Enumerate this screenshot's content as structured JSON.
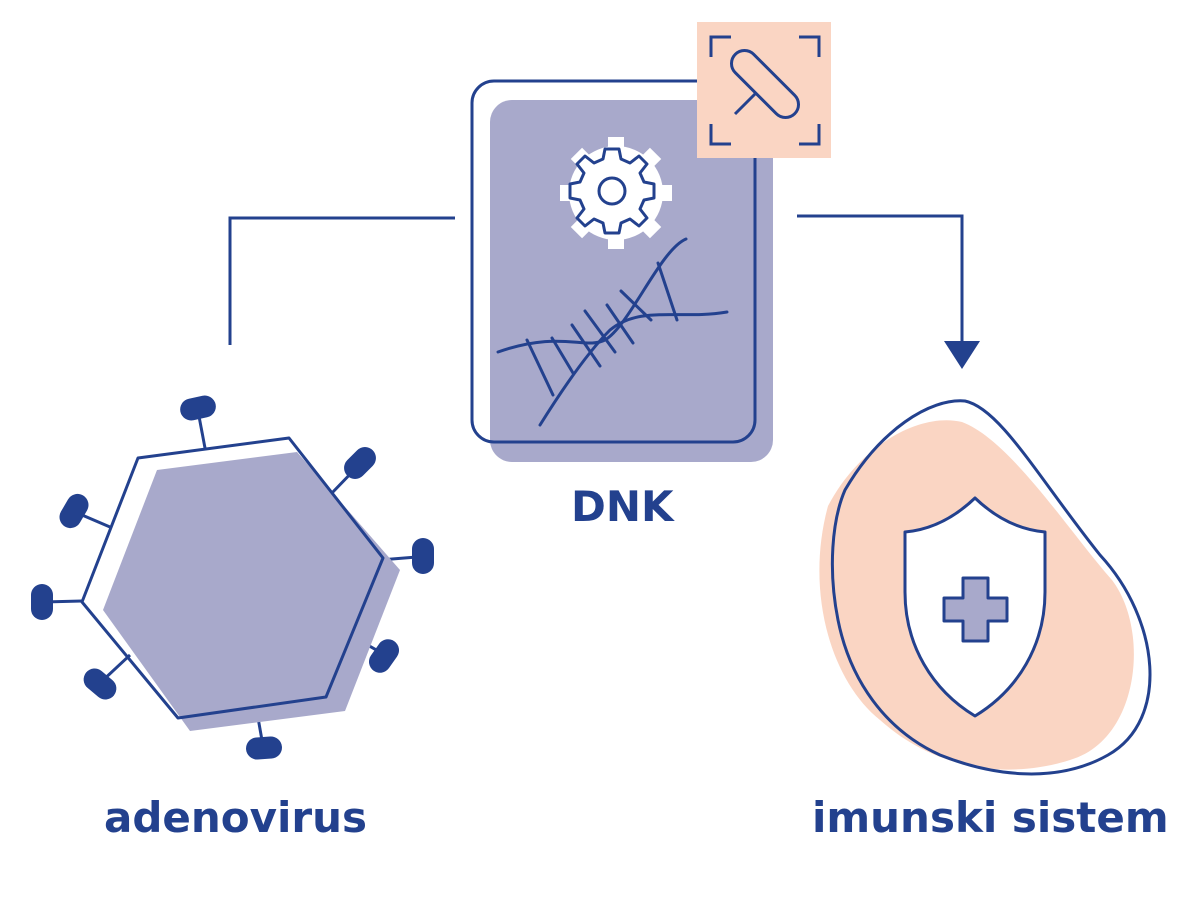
{
  "labels": {
    "dnk": "DNK",
    "adenovirus": "adenovirus",
    "immune_system": "imunski sistem"
  },
  "colors": {
    "navy": "#23418e",
    "lavender": "#a8a9cb",
    "peach": "#fad5c3",
    "white": "#ffffff"
  },
  "icons": {
    "virus": "adenovirus-icon",
    "dna_card": "dna-document-icon",
    "gear": "gear-icon",
    "dna": "dna-helix-icon",
    "scan": "scan-capsule-icon",
    "cell": "cell-icon",
    "shield": "shield-cross-icon",
    "arrow": "arrow-down-icon"
  }
}
